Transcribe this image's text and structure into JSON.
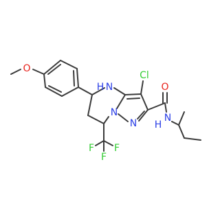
{
  "molecule": {
    "colors": {
      "bond": "#3a3a3a",
      "carbon": "#3a3a3a",
      "oxygen": "#e8221b",
      "nitrogen": "#2a3ee6",
      "fluorine": "#33cc33",
      "chlorine": "#33cc33"
    },
    "labels": {
      "methoxy_o": "O",
      "nh_ring_n": "N",
      "nh_ring_h": "H",
      "cl": "Cl",
      "carbonyl_o": "O",
      "amide_n": "N",
      "amide_h": "H",
      "ring_n1": "N",
      "ring_n2": "N",
      "f_left": "F",
      "f_right": "F",
      "f_bottom": "F"
    }
  }
}
